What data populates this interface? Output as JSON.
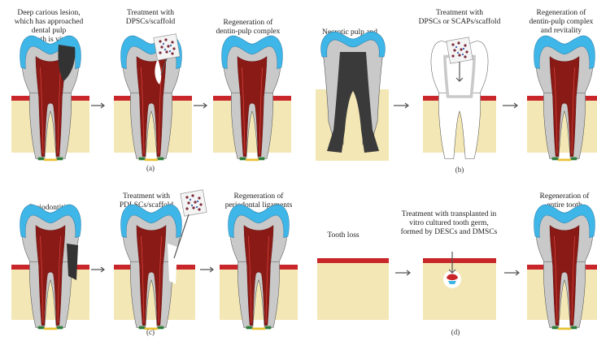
{
  "panels": {
    "a": {
      "label": "(a)",
      "captions": [
        "Deep carious lesion,\nwhich has approached\ndental pulp\nTooth is vital",
        "Treatment with\nDPSCs/scaffold",
        "Regeneration of\ndentin-pulp complex"
      ]
    },
    "b": {
      "label": "(b)",
      "captions": [
        "Necrotic pulp and\nopen apices",
        "Treatment with\nDPSCs or SCAPs/scaffold",
        "Regeneration of\ndentin-pulp complex\nand revitality"
      ]
    },
    "c": {
      "label": "(c)",
      "captions": [
        "Periodontitis",
        "Treatment with\nPDLSCs/scaffold",
        "Regeneration of\nperiodontal ligaments"
      ]
    },
    "d": {
      "label": "(d)",
      "captions": [
        "Tooth loss",
        "Treatment with transplanted in\nvitro cultured tooth germ,\nformed by DESCs and DMSCs",
        "Regeneration of\nentire tooth"
      ]
    }
  },
  "colors": {
    "enamel": "#3fb6e8",
    "dentin": "#c9c9c9",
    "pulp": "#8a1a16",
    "gum": "#c8262a",
    "bone": "#f3e7b5",
    "necrotic": "#3a3a3a",
    "lesion": "#333333",
    "scaffold_cell": "#7a2a3a"
  }
}
